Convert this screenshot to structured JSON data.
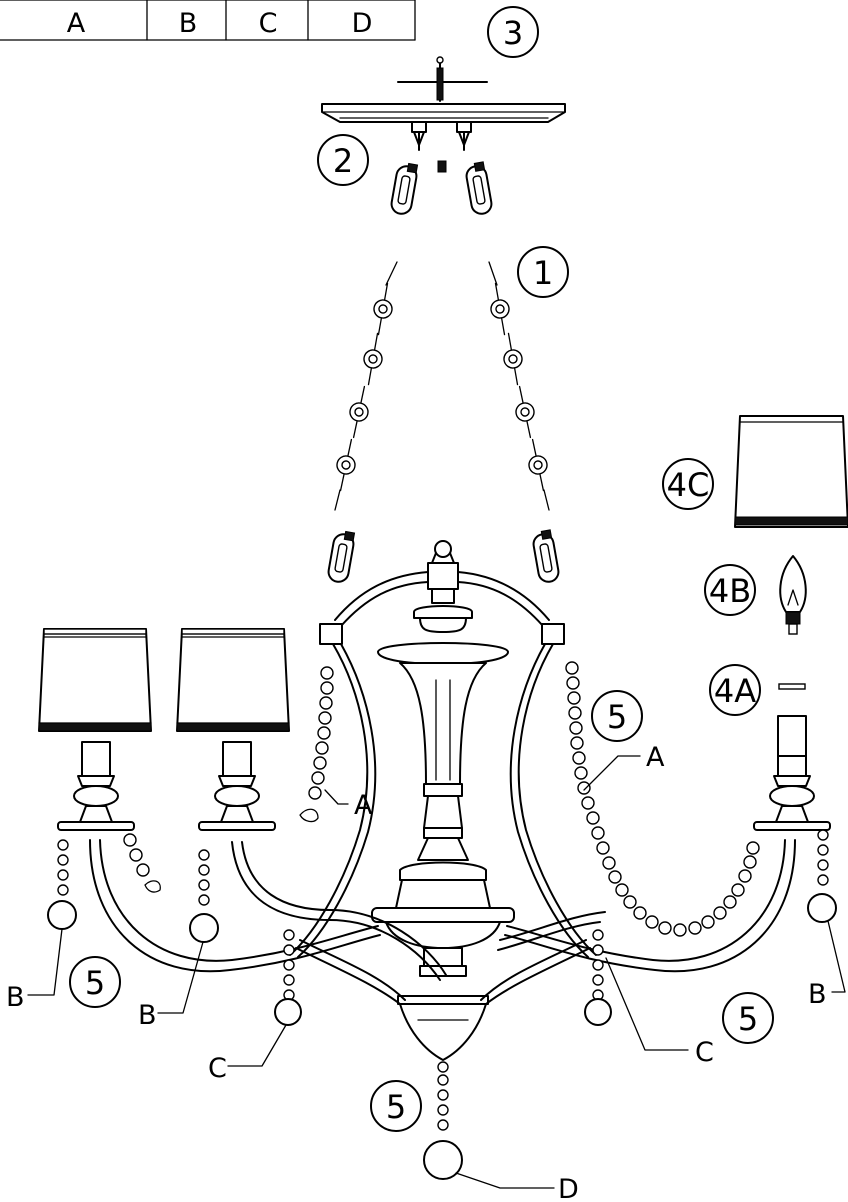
{
  "table": {
    "headers": [
      "A",
      "B",
      "C",
      "D"
    ]
  },
  "callouts": {
    "c1": "1",
    "c2": "2",
    "c3": "3",
    "c4a": "4A",
    "c4b": "4B",
    "c4c": "4C",
    "c5_left": "5",
    "c5_center": "5",
    "c5_right_top": "5",
    "c5_right_bottom": "5"
  },
  "labels": {
    "a_left": "A",
    "a_right": "A",
    "b_left": "B",
    "b_mid": "B",
    "b_right": "B",
    "c_left": "C",
    "c_right": "C",
    "d_bottom": "D"
  }
}
